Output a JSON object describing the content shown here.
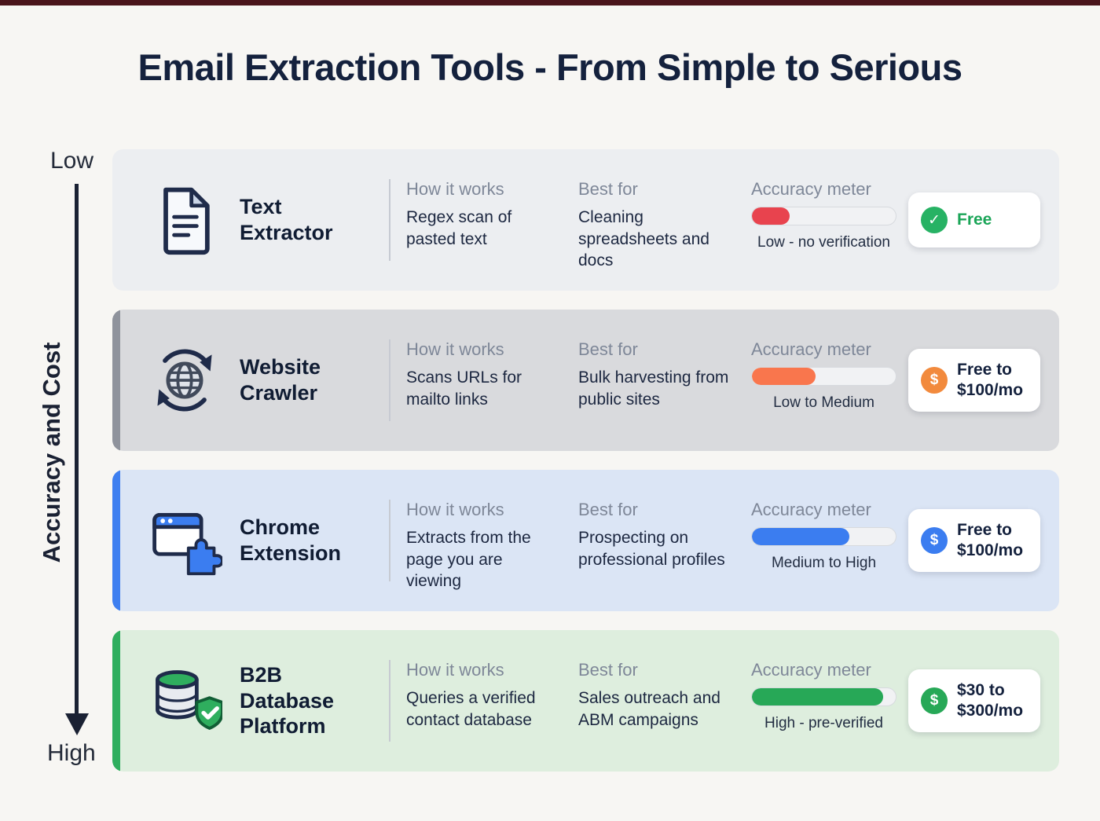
{
  "page": {
    "title": "Email Extraction Tools - From Simple to Serious"
  },
  "axis": {
    "top_label": "Low",
    "bottom_label": "High",
    "label": "Accuracy and Cost"
  },
  "headers": {
    "how_it_works": "How it works",
    "best_for": "Best for",
    "accuracy_meter": "Accuracy meter"
  },
  "rows": [
    {
      "name": "Text Extractor",
      "icon": "document-icon",
      "how_it_works": "Regex scan of pasted text",
      "best_for": "Cleaning spreadsheets and docs",
      "accuracy_note": "Low - no verification",
      "meter_fill": "26%",
      "meter_color": "#e8434e",
      "price": "Free",
      "price_color": "#1ba558",
      "badge_glyph": "✓",
      "badge_bg": "#27b264",
      "row_bg": "#eceef1",
      "accent": "#eceef1"
    },
    {
      "name": "Website Crawler",
      "icon": "globe-crawler-icon",
      "how_it_works": "Scans URLs for mailto links",
      "best_for": "Bulk harvesting from public sites",
      "accuracy_note": "Low to Medium",
      "meter_fill": "44%",
      "meter_color": "#f9764d",
      "price": "Free to $100/mo",
      "price_color": "#14213d",
      "badge_glyph": "$",
      "badge_bg": "#f28a3d",
      "row_bg": "#d9dadd",
      "accent": "#8f939c"
    },
    {
      "name": "Chrome Extension",
      "icon": "browser-extension-icon",
      "how_it_works": "Extracts from the page you are viewing",
      "best_for": "Prospecting on professional profiles",
      "accuracy_note": "Medium to High",
      "meter_fill": "68%",
      "meter_color": "#3b7df0",
      "price": "Free to $100/mo",
      "price_color": "#14213d",
      "badge_glyph": "$",
      "badge_bg": "#3b7df0",
      "row_bg": "#dbe5f5",
      "accent": "#3e7ff0"
    },
    {
      "name": "B2B Database Platform",
      "icon": "database-shield-icon",
      "how_it_works": "Queries a verified contact database",
      "best_for": "Sales outreach and ABM campaigns",
      "accuracy_note": "High - pre-verified",
      "meter_fill": "91%",
      "meter_color": "#27a857",
      "price": "$30 to $300/mo",
      "price_color": "#14213d",
      "badge_glyph": "$",
      "badge_bg": "#27a857",
      "row_bg": "#deeede",
      "accent": "#2fae5e"
    }
  ]
}
